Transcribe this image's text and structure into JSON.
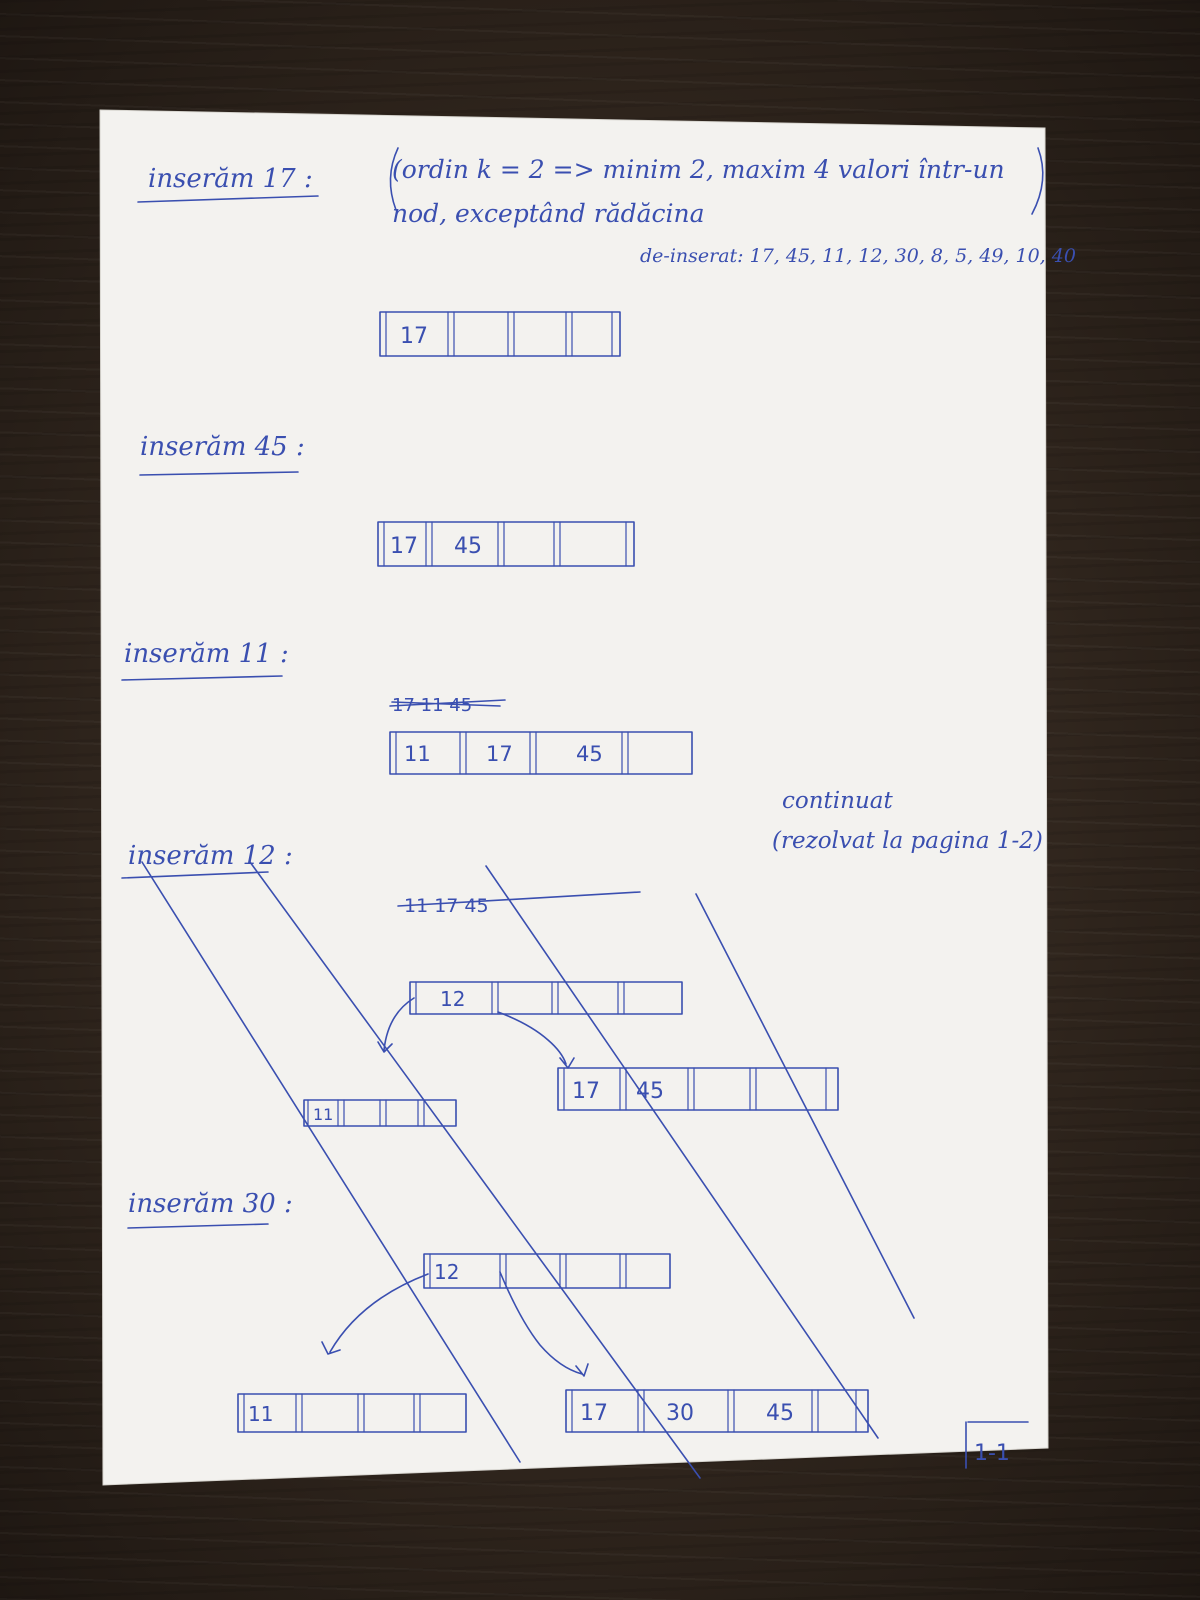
{
  "header": {
    "note_line1": "(ordin k = 2 => minim 2, maxim 4 valori într-un",
    "note_line2": "nod, exceptând rădăcina",
    "sequence": "de-inserat: 17, 45, 11, 12, 30, 8, 5, 49, 10, 40"
  },
  "steps": [
    {
      "title": "inserăm 17 :",
      "node": [
        "17",
        "",
        "",
        ""
      ]
    },
    {
      "title": "inserăm 45 :",
      "node": [
        "17",
        "45",
        "",
        ""
      ]
    },
    {
      "title": "inserăm 11 :",
      "crossed": "17 11 45",
      "node": [
        "11",
        "17",
        "45",
        ""
      ]
    },
    {
      "title": "inserăm 12 :",
      "crossed": "11 17 45",
      "root": [
        "12",
        "",
        "",
        ""
      ],
      "left": [
        "11",
        "",
        "",
        ""
      ],
      "right": [
        "17",
        "45",
        "",
        ""
      ]
    },
    {
      "title": "inserăm 30 :",
      "root": [
        "12",
        "",
        "",
        ""
      ],
      "left": [
        "11",
        "",
        "",
        ""
      ],
      "right": [
        "17",
        "30",
        "45",
        ""
      ]
    }
  ],
  "side_note": {
    "line1": "continuat",
    "line2": "(rezolvat la pagina 1-2)"
  },
  "page_number": "1-1"
}
